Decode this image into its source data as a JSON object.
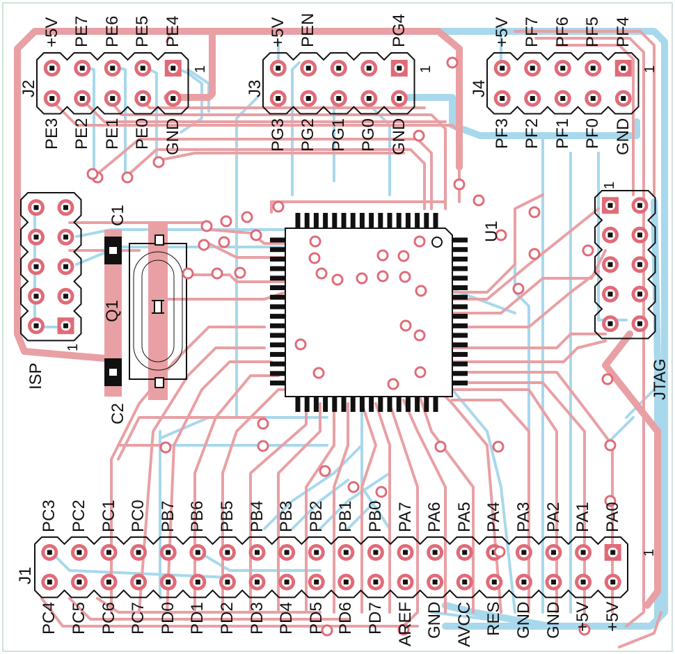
{
  "board": {
    "type": "pcb-layout",
    "colors": {
      "top_copper": "#e8a0a4",
      "bottom_copper": "#a8d8ec",
      "pad_ring": "#e06b78",
      "pad_hole": "#111111",
      "silkscreen": "#111111",
      "board_edge": "#cfe3d5",
      "background": "#ffffff"
    }
  },
  "connectors": {
    "J2": {
      "ref": "J2",
      "top_labels": [
        "+5V",
        "PE7",
        "PE6",
        "PE5",
        "PE4"
      ],
      "bottom_labels": [
        "PE3",
        "PE2",
        "PE1",
        "PE0",
        "GND"
      ],
      "pin1_marker": "1"
    },
    "J3": {
      "ref": "J3",
      "top_labels": [
        "+5V",
        "PEN",
        "",
        "",
        "PG4"
      ],
      "bottom_labels": [
        "PG3",
        "PG2",
        "PG1",
        "PG0",
        "GND"
      ],
      "pin1_marker": "1"
    },
    "J4": {
      "ref": "J4",
      "top_labels": [
        "+5V",
        "PF7",
        "PF6",
        "PF5",
        "PF4"
      ],
      "bottom_labels": [
        "PF3",
        "PF2",
        "PF1",
        "PF0",
        "GND"
      ],
      "pin1_marker": "1"
    },
    "ISP": {
      "ref": "ISP",
      "pin1_marker": "1",
      "rows": 5
    },
    "JTAG": {
      "ref": "JTAG",
      "pin1_marker": "1",
      "rows": 5
    },
    "J1": {
      "ref": "J1",
      "top_labels": [
        "PC3",
        "PC2",
        "PC1",
        "PC0",
        "PB7",
        "PB6",
        "PB5",
        "PB4",
        "PB3",
        "PB2",
        "PB1",
        "PB0",
        "PA7",
        "PA6",
        "PA5",
        "PA4",
        "PA3",
        "PA2",
        "PA1",
        "PA0"
      ],
      "bottom_labels": [
        "PC4",
        "PC5",
        "PC6",
        "PC7",
        "PD0",
        "PD1",
        "PD2",
        "PD3",
        "PD4",
        "PD5",
        "PD6",
        "PD7",
        "AREF",
        "GND",
        "AVCC",
        "RES",
        "GND",
        "GND",
        "+5V",
        "+5V"
      ],
      "pin1_marker": "1"
    }
  },
  "components": {
    "U1": {
      "ref": "U1",
      "package_pins_per_side": 16
    },
    "Q1": {
      "ref": "Q1"
    },
    "C1": {
      "ref": "C1"
    },
    "C2": {
      "ref": "C2"
    }
  }
}
